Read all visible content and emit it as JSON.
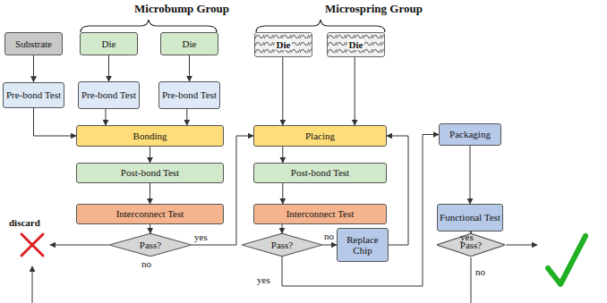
{
  "diagram": {
    "nodes": [
      {
        "text": [
          "Substrate"
        ]
      },
      {
        "text": [
          "Die"
        ]
      },
      {
        "text": [
          "Die"
        ]
      },
      {
        "text": [
          "Die"
        ]
      },
      {
        "text": [
          "Die"
        ]
      },
      {
        "text": [
          "Pre-bond Test"
        ]
      },
      {
        "text": [
          "Pre-bond Test"
        ]
      },
      {
        "text": [
          "Pre-bond Test"
        ]
      },
      {
        "text": [
          "Bonding"
        ]
      },
      {
        "text": [
          "Post-bond Test"
        ]
      },
      {
        "text": [
          "Interconnect Test"
        ]
      },
      {
        "text": [
          "Pass?"
        ]
      },
      {
        "text": [
          "Placing"
        ]
      },
      {
        "text": [
          "Post-bond Test"
        ]
      },
      {
        "text": [
          "Interconnect Test"
        ]
      },
      {
        "text": [
          "Pass?"
        ]
      },
      {
        "text": [
          "Replace Chip"
        ]
      },
      {
        "text": [
          "Packaging"
        ]
      },
      {
        "text": [
          "Functional Test"
        ]
      },
      {
        "text": [
          "Pass?"
        ]
      }
    ],
    "edges": [
      {
        "from": 0,
        "to": 5,
        "arrow": "to"
      },
      {
        "from": 1,
        "to": 6,
        "arrow": "to"
      },
      {
        "from": 2,
        "to": 7,
        "arrow": "to"
      },
      {
        "from": 5,
        "to": 8,
        "arrow": "to"
      },
      {
        "from": 6,
        "to": 8,
        "arrow": "to"
      },
      {
        "from": 7,
        "to": 8,
        "arrow": "to"
      },
      {
        "from": 8,
        "to": 9,
        "arrow": "to"
      },
      {
        "from": 9,
        "to": 10,
        "arrow": "to"
      },
      {
        "from": 10,
        "to": 11,
        "arrow": "to"
      },
      {
        "from": 11,
        "to": 12,
        "label": "yes",
        "arrow": "to"
      },
      {
        "from": 3,
        "to": 12,
        "arrow": "to"
      },
      {
        "from": 4,
        "to": 12,
        "arrow": "to"
      },
      {
        "from": 12,
        "to": 13,
        "arrow": "to"
      },
      {
        "from": 13,
        "to": 14,
        "arrow": "to"
      },
      {
        "from": 14,
        "to": 15,
        "arrow": "to"
      },
      {
        "from": 15,
        "to": 16,
        "label": "no",
        "arrow": "to"
      },
      {
        "from": 16,
        "to": 12,
        "arrow": "to"
      },
      {
        "from": 15,
        "to": 17,
        "label": "yes",
        "arrow": "to"
      },
      {
        "from": 17,
        "to": 18,
        "arrow": "to"
      },
      {
        "from": 18,
        "to": 19,
        "arrow": "to"
      }
    ],
    "labels": [
      "Microbump Group",
      "Microspring Group",
      "discard",
      "no",
      "yes",
      "no"
    ]
  }
}
